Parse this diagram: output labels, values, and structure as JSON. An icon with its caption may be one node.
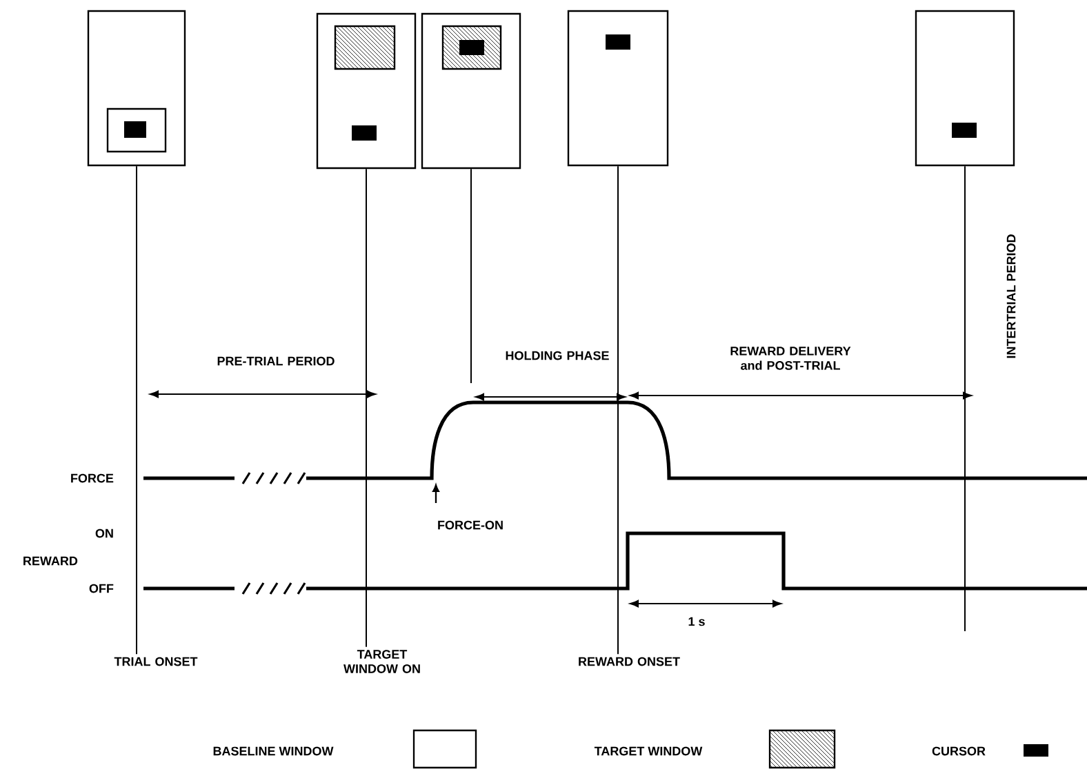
{
  "diagram": {
    "nodes": [
      {
        "text": [],
        "shape": "box"
      },
      {
        "text": [],
        "shape": "box"
      },
      {
        "text": [],
        "shape": "box"
      },
      {
        "text": [],
        "shape": "box"
      },
      {
        "text": [],
        "shape": "box"
      },
      {
        "text": [
          "TRIAL ONSET"
        ]
      },
      {
        "text": [
          "TARGET WINDOW ON"
        ]
      },
      {
        "text": [
          "REWARD ONSET"
        ]
      }
    ],
    "edges": [
      {
        "from": 0,
        "to": 5,
        "arrow": "none"
      },
      {
        "from": 1,
        "to": 6,
        "arrow": "none"
      },
      {
        "from": 2,
        "to": null,
        "arrow": "none"
      },
      {
        "from": 3,
        "to": 7,
        "arrow": "none"
      },
      {
        "from": 4,
        "to": null,
        "arrow": "none"
      }
    ],
    "labels": [
      "INTERTRIAL PERIOD",
      "PRE-TRIAL PERIOD",
      "HOLDING PHASE",
      "REWARD DELIVERY and POST-TRIAL",
      "FORCE",
      "FORCE-ON",
      "ON",
      "REWARD",
      "OFF",
      "1 s"
    ],
    "legend": [
      {
        "text": "BASELINE WINDOW"
      },
      {
        "text": "TARGET WINDOW"
      },
      {
        "text": "CURSOR",
        "color": "#000000"
      }
    ]
  }
}
